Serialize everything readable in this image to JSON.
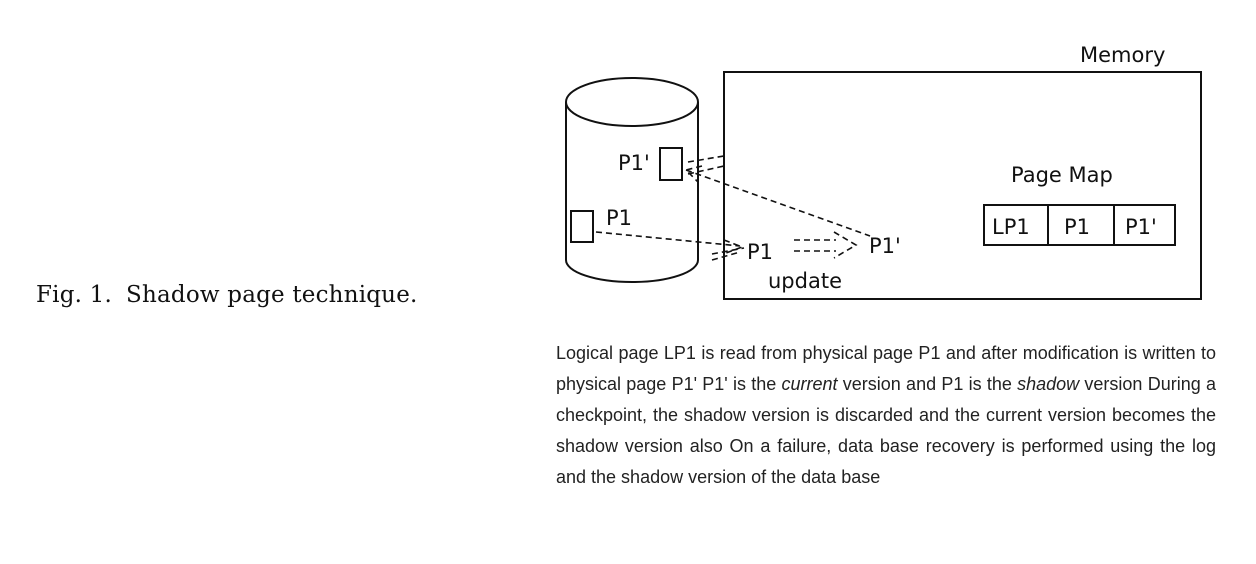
{
  "figure": {
    "number": "Fig. 1.",
    "title": "Shadow page technique."
  },
  "diagram": {
    "memory_label": "Memory",
    "page_map_label": "Page Map",
    "page_map_cells": [
      "LP1",
      "P1",
      "P1'"
    ],
    "disk_page_new_label": "P1'",
    "disk_page_old_label": "P1",
    "memory_page_label": "P1",
    "memory_page_updated_label": "P1'",
    "update_label": "update"
  },
  "caption": {
    "part1": "Logical page LP1 is read from physical page P1 and after modification is written to physical page P1'  P1'  is the ",
    "em1": "current",
    "part2": " version and P1 is the ",
    "em2": "shadow",
    "part3": " version  During  a checkpoint, the shadow version is discarded and the current version becomes the shadow version also  On  a failure, data base recovery is performed using the log and the shadow version of the data base"
  }
}
